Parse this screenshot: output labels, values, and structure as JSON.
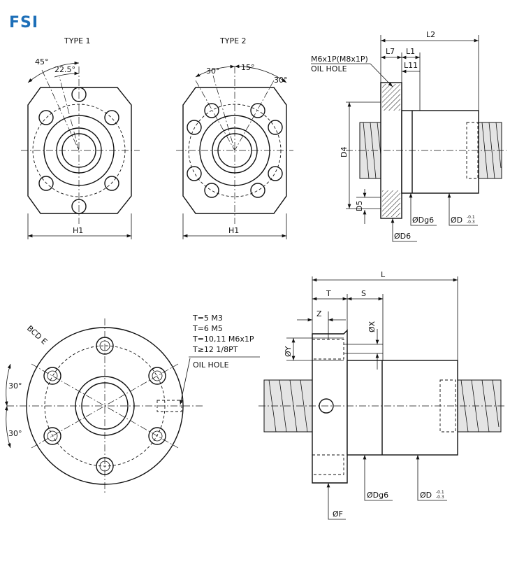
{
  "brand": "FSI",
  "views": {
    "type1": {
      "title": "TYPE 1",
      "angle_a": "45°",
      "angle_b": "22.5°",
      "width_label": "H1"
    },
    "type2": {
      "title": "TYPE 2",
      "angle_a": "30°",
      "angle_b": "15°",
      "angle_c": "30°",
      "width_label": "H1"
    },
    "side_top": {
      "L2": "L2",
      "L7": "L7",
      "L1": "L1",
      "L11": "L11",
      "oil_hole_thread": "M6x1P(M8x1P)",
      "oil_hole": "OIL HOLE",
      "D4": "D4",
      "D5": "D5",
      "D6": "ØD6",
      "Dg6": "ØDg6",
      "D": "ØD",
      "D_tol_upper": "-0.1",
      "D_tol_lower": "-0.3"
    },
    "round_flange": {
      "bcd": "BCD E",
      "angle_top": "30°",
      "angle_bottom": "30°",
      "notes": [
        "T=5  M3",
        "T=6  M5",
        "T=10,11  M6x1P",
        "T≥12  1/8PT"
      ],
      "oil_hole": "OIL HOLE"
    },
    "side_bottom": {
      "L": "L",
      "T": "T",
      "S": "S",
      "Z": "Z",
      "X": "ØX",
      "Y": "ØY",
      "F": "ØF",
      "Dg6": "ØDg6",
      "D": "ØD",
      "D_tol_upper": "-0.1",
      "D_tol_lower": "-0.3"
    }
  }
}
